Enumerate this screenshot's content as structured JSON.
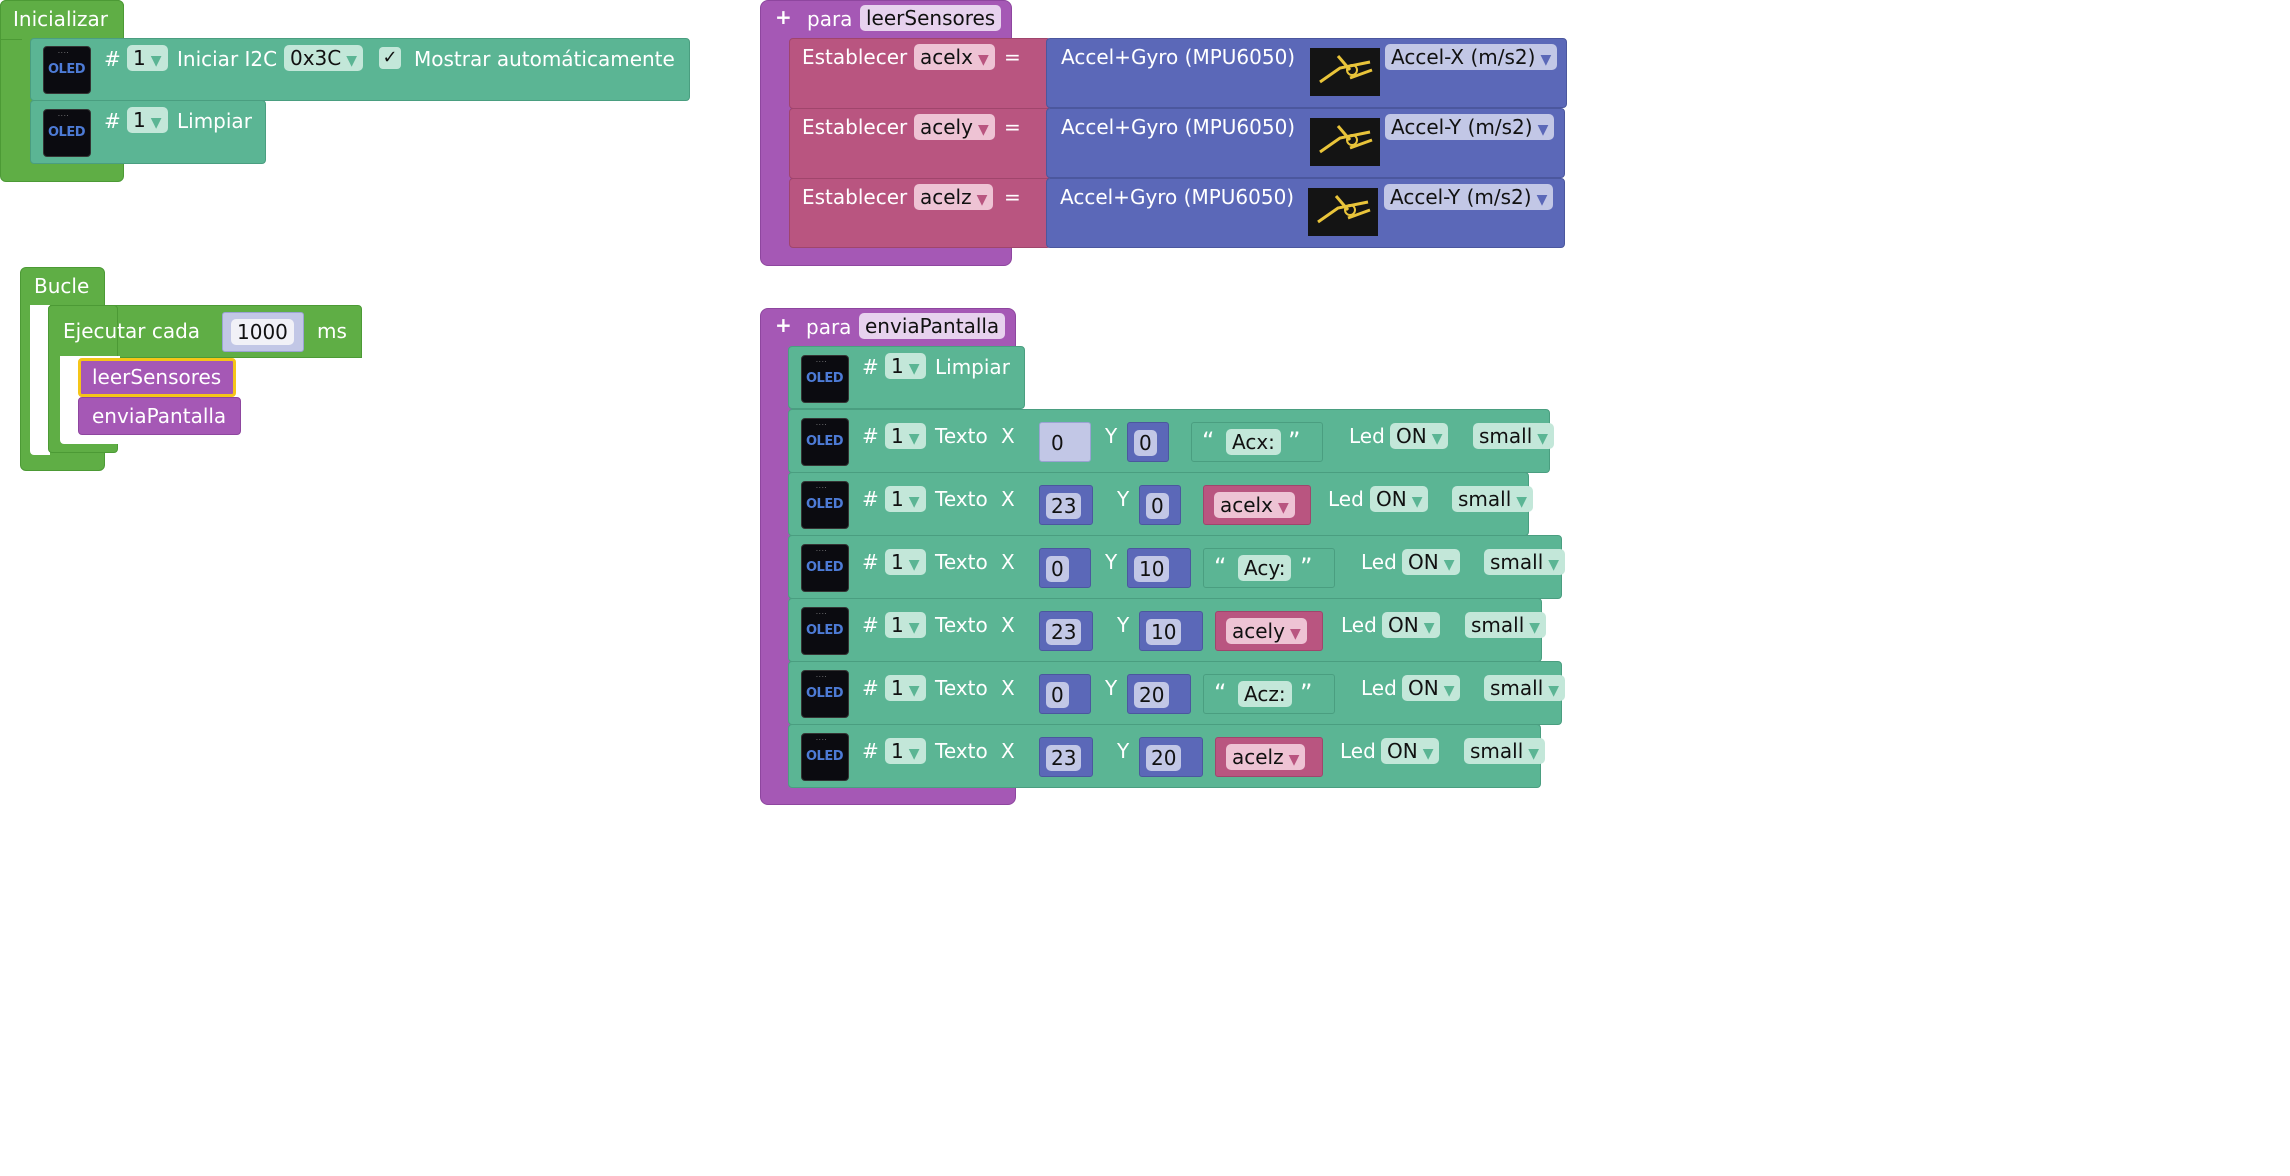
{
  "init_block": {
    "title": "Inicializar",
    "i2c": {
      "hash": "#",
      "index": "1",
      "label": "Iniciar I2C",
      "address": "0x3C",
      "checkbox": "✓",
      "auto_label": "Mostrar automáticamente"
    },
    "clear": {
      "hash": "#",
      "index": "1",
      "label": "Limpiar"
    }
  },
  "loop_block": {
    "title": "Bucle",
    "every_label": "Ejecutar cada",
    "interval": "1000",
    "unit": "ms",
    "calls": [
      "leerSensores",
      "enviaPantalla"
    ]
  },
  "func_leer": {
    "plus": "+",
    "para": "para",
    "name": "leerSensores",
    "rows": [
      {
        "set": "Establecer",
        "var": "acelx",
        "eq": "=",
        "sensor": "Accel+Gyro (MPU6050)",
        "axis": "Accel-X (m/s2)"
      },
      {
        "set": "Establecer",
        "var": "acely",
        "eq": "=",
        "sensor": "Accel+Gyro (MPU6050)",
        "axis": "Accel-Y (m/s2)"
      },
      {
        "set": "Establecer",
        "var": "acelz",
        "eq": "=",
        "sensor": "Accel+Gyro (MPU6050)",
        "axis": "Accel-Y (m/s2)"
      }
    ]
  },
  "func_envia": {
    "plus": "+",
    "para": "para",
    "name": "enviaPantalla",
    "clear": {
      "hash": "#",
      "index": "1",
      "label": "Limpiar"
    },
    "rows": [
      {
        "hash": "#",
        "index": "1",
        "texto": "Texto",
        "x_label": "X",
        "x": "0",
        "y_label": "Y",
        "y": "0",
        "value": "Acx:",
        "value_type": "string",
        "led_label": "Led",
        "led": "ON",
        "size": "small"
      },
      {
        "hash": "#",
        "index": "1",
        "texto": "Texto",
        "x_label": "X",
        "x": "23",
        "y_label": "Y",
        "y": "0",
        "value": "acelx",
        "value_type": "var",
        "led_label": "Led",
        "led": "ON",
        "size": "small"
      },
      {
        "hash": "#",
        "index": "1",
        "texto": "Texto",
        "x_label": "X",
        "x": "0",
        "y_label": "Y",
        "y": "10",
        "value": "Acy:",
        "value_type": "string",
        "led_label": "Led",
        "led": "ON",
        "size": "small"
      },
      {
        "hash": "#",
        "index": "1",
        "texto": "Texto",
        "x_label": "X",
        "x": "23",
        "y_label": "Y",
        "y": "10",
        "value": "acely",
        "value_type": "var",
        "led_label": "Led",
        "led": "ON",
        "size": "small"
      },
      {
        "hash": "#",
        "index": "1",
        "texto": "Texto",
        "x_label": "X",
        "x": "0",
        "y_label": "Y",
        "y": "20",
        "value": "Acz:",
        "value_type": "string",
        "led_label": "Led",
        "led": "ON",
        "size": "small"
      },
      {
        "hash": "#",
        "index": "1",
        "texto": "Texto",
        "x_label": "X",
        "x": "23",
        "y_label": "Y",
        "y": "20",
        "value": "acelz",
        "value_type": "var",
        "led_label": "Led",
        "led": "ON",
        "size": "small"
      }
    ]
  },
  "icons": {
    "oled": "OLED",
    "open_quote": "“",
    "close_quote": "”",
    "dropdown": "▼"
  },
  "colors": {
    "init": "#5fae45",
    "oled_block": "#5bb594",
    "procedure": "#a558b5",
    "variable": "#b95580",
    "sensor": "#5b68b8",
    "selected_outline": "#f5c518"
  }
}
